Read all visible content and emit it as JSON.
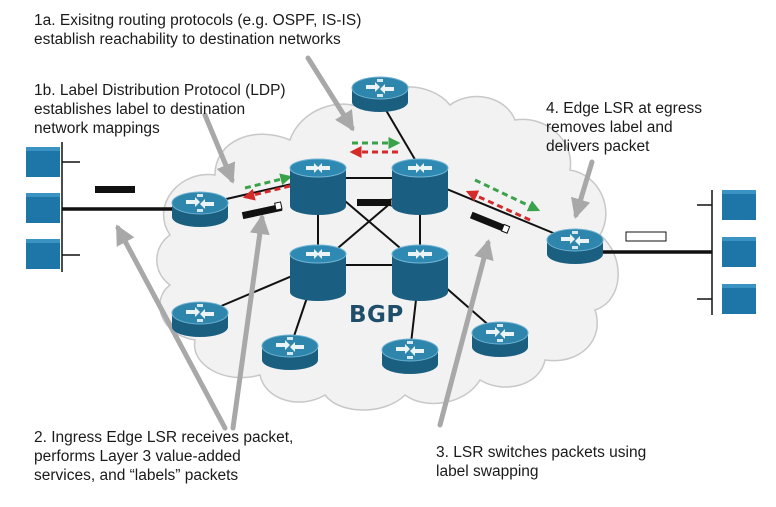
{
  "annotations": {
    "step_1a": {
      "line1": "1a. Exisitng routing protocols (e.g. OSPF, IS-IS)",
      "line2": "establish reachability to destination networks"
    },
    "step_1b": {
      "line1": "1b. Label Distribution Protocol (LDP)",
      "line2": "establishes label to destination",
      "line3": "network mappings"
    },
    "step_2": {
      "line1": "2. Ingress Edge LSR receives packet,",
      "line2": "performs Layer 3 value-added",
      "line3": "services, and “labels” packets"
    },
    "step_3": {
      "line1": "3. LSR switches packets using",
      "line2": "label swapping"
    },
    "step_4": {
      "line1": "4. Edge LSR at egress",
      "line2": "removes label and",
      "line3": "delivers packet"
    }
  },
  "cloud_label": "BGP",
  "colors": {
    "router_top": "#2e86ad",
    "router_side": "#1b5f80",
    "core_router": "#1f6f96",
    "host": "#1e75a8",
    "cloud_fill": "#f2f2f2",
    "cloud_stroke": "#c8c8c8",
    "callout_arrow": "#a8a8a8",
    "ldp_green": "#3aa24a",
    "ldp_red": "#d42a2a",
    "link": "#111111"
  },
  "icons": {
    "edge_router": "router-icon",
    "core_router": "switching-router-icon",
    "host": "server-icon",
    "labeled_packet": "labeled-packet-icon",
    "unlabeled_packet": "unlabeled-packet-icon"
  }
}
